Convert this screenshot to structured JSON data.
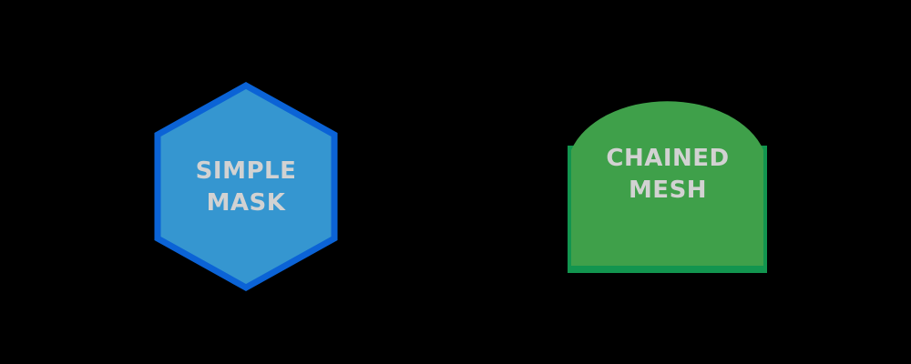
{
  "shapes": {
    "simple_mask": {
      "line1": "SIMPLE",
      "line2": "MASK",
      "fill": "#3596d0",
      "stroke": "#0b63d6",
      "text_color": "#d2d2d2"
    },
    "chained_mesh": {
      "line1": "CHAINED",
      "line2": "MESH",
      "fill": "#3fa04a",
      "edge": "#12954f",
      "text_color": "#d2d2d2"
    }
  },
  "colors": {
    "background": "#000000"
  }
}
